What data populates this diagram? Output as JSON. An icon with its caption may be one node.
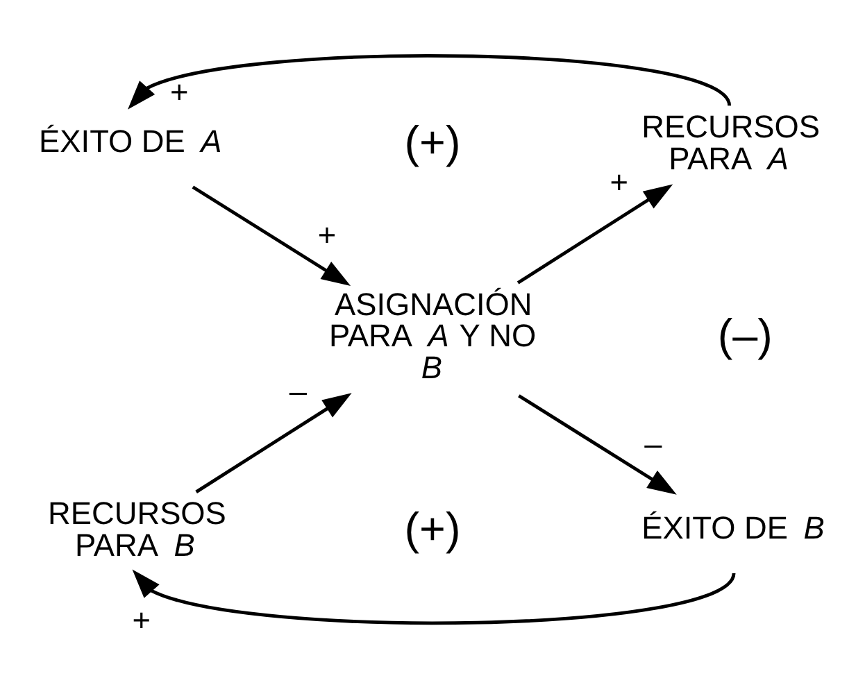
{
  "diagram": {
    "nodes": [
      {
        "text": [
          "ÉXITO DE *A*"
        ]
      },
      {
        "text": [
          "RECURSOS PARA *A*"
        ]
      },
      {
        "text": [
          "ASIGNACIÓN PARA *A* Y NO *B*"
        ]
      },
      {
        "text": [
          "RECURSOS PARA *B*"
        ]
      },
      {
        "text": [
          "ÉXITO DE *B*"
        ]
      }
    ],
    "edges": [
      {
        "from": 1,
        "to": 0,
        "arrow": "to",
        "label": "+"
      },
      {
        "from": 0,
        "to": 2,
        "arrow": "to",
        "label": "+"
      },
      {
        "from": 2,
        "to": 1,
        "arrow": "to",
        "label": "+"
      },
      {
        "from": 2,
        "to": 4,
        "arrow": "to",
        "label": "–"
      },
      {
        "from": 4,
        "to": 3,
        "arrow": "to",
        "label": "+"
      },
      {
        "from": 3,
        "to": 2,
        "arrow": "to",
        "label": "–"
      }
    ],
    "labels": [
      "(+)",
      "(–)",
      "(+)"
    ]
  }
}
